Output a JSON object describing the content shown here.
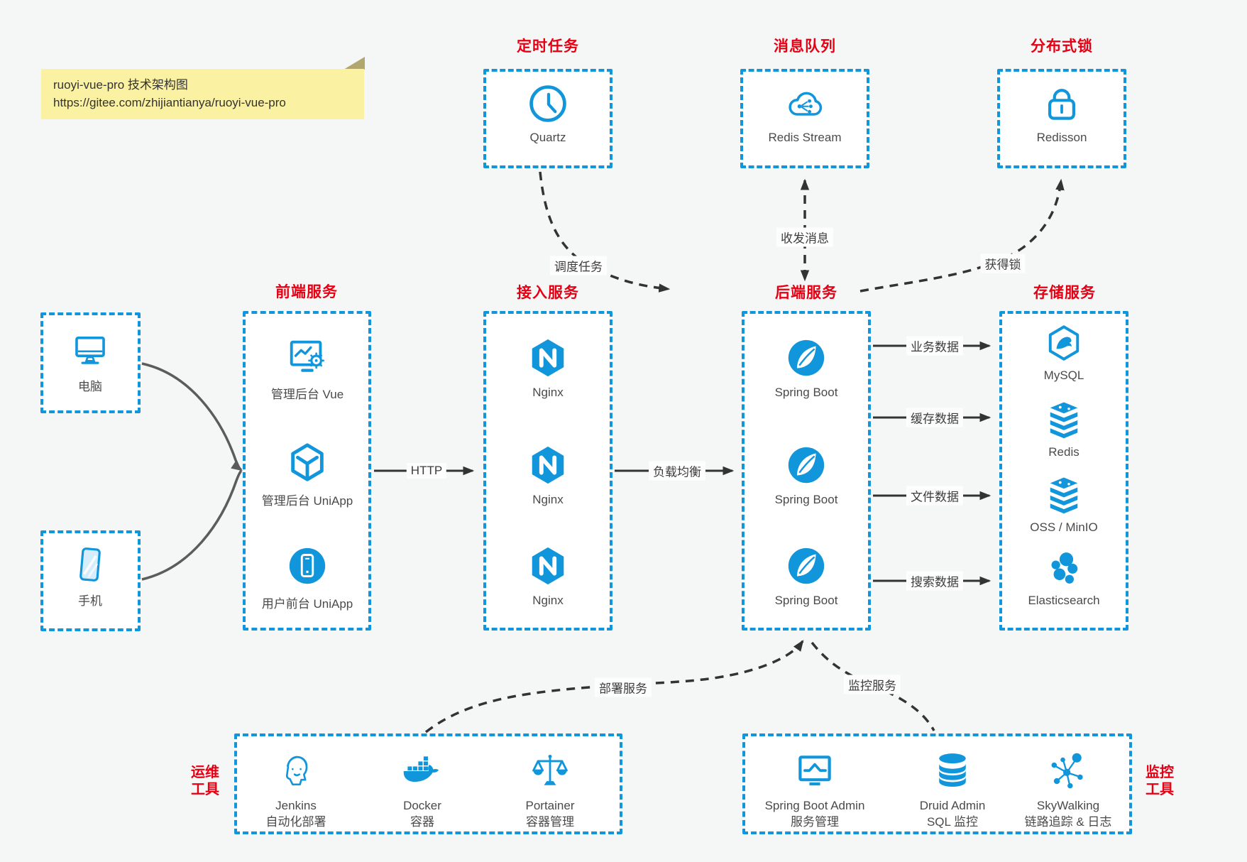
{
  "note": {
    "title": "ruoyi-vue-pro 技术架构图",
    "url": "https://gitee.com/zhijiantianya/ruoyi-vue-pro"
  },
  "clients": [
    {
      "label": "电脑",
      "icon": "desktop-icon"
    },
    {
      "label": "手机",
      "icon": "phone-icon"
    }
  ],
  "top_groups": [
    {
      "title": "定时任务",
      "items": [
        {
          "label": "Quartz",
          "icon": "clock-icon"
        }
      ]
    },
    {
      "title": "消息队列",
      "items": [
        {
          "label": "Redis Stream",
          "icon": "cloud-network-icon"
        }
      ]
    },
    {
      "title": "分布式锁",
      "items": [
        {
          "label": "Redisson",
          "icon": "lock-icon"
        }
      ]
    }
  ],
  "main_groups": [
    {
      "title": "前端服务",
      "items": [
        {
          "label": "管理后台 Vue",
          "icon": "admin-vue-icon"
        },
        {
          "label": "管理后台 UniApp",
          "icon": "cube-icon"
        },
        {
          "label": "用户前台 UniApp",
          "icon": "mobile-app-icon"
        }
      ]
    },
    {
      "title": "接入服务",
      "items": [
        {
          "label": "Nginx",
          "icon": "nginx-icon"
        },
        {
          "label": "Nginx",
          "icon": "nginx-icon"
        },
        {
          "label": "Nginx",
          "icon": "nginx-icon"
        }
      ]
    },
    {
      "title": "后端服务",
      "items": [
        {
          "label": "Spring Boot",
          "icon": "spring-icon"
        },
        {
          "label": "Spring Boot",
          "icon": "spring-icon"
        },
        {
          "label": "Spring Boot",
          "icon": "spring-icon"
        }
      ]
    },
    {
      "title": "存储服务",
      "items": [
        {
          "label": "MySQL",
          "icon": "mysql-icon"
        },
        {
          "label": "Redis",
          "icon": "redis-stack-icon"
        },
        {
          "label": "OSS / MinIO",
          "icon": "redis-stack-icon"
        },
        {
          "label": "Elasticsearch",
          "icon": "elasticsearch-icon"
        }
      ]
    }
  ],
  "bottom_groups": [
    {
      "title_lines": [
        "运维",
        "工具"
      ],
      "items": [
        {
          "label": "Jenkins",
          "sub": "自动化部署",
          "icon": "jenkins-icon"
        },
        {
          "label": "Docker",
          "sub": "容器",
          "icon": "docker-icon"
        },
        {
          "label": "Portainer",
          "sub": "容器管理",
          "icon": "portainer-icon"
        }
      ]
    },
    {
      "title_lines": [
        "监控",
        "工具"
      ],
      "items": [
        {
          "label": "Spring Boot Admin",
          "sub": "服务管理",
          "icon": "monitor-chart-icon"
        },
        {
          "label": "Druid Admin",
          "sub": "SQL 监控",
          "icon": "database-icon"
        },
        {
          "label": "SkyWalking",
          "sub": "链路追踪 & 日志",
          "icon": "topology-icon"
        }
      ]
    }
  ],
  "edges": {
    "http": "HTTP",
    "load_balance": "负载均衡",
    "schedule": "调度任务",
    "message": "收发消息",
    "lock": "获得锁",
    "business_data": "业务数据",
    "cache_data": "缓存数据",
    "file_data": "文件数据",
    "search_data": "搜索数据",
    "deploy": "部署服务",
    "monitor": "监控服务"
  },
  "colors": {
    "accent": "#1296db",
    "title_red": "#e60013",
    "arrow": "#333333",
    "client_line": "#5c5c5c",
    "note_bg": "#faf1a2",
    "canvas_bg": "#f5f6f6",
    "box_bg": "#ffffff"
  }
}
